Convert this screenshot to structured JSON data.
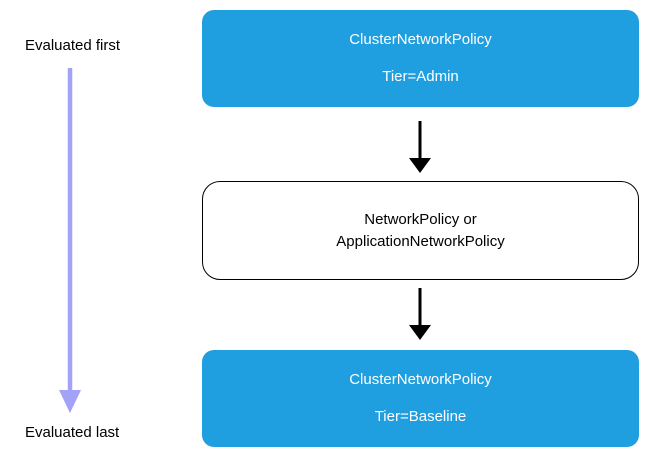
{
  "diagram": {
    "title_context": "Network policy evaluation order",
    "evaluation_axis": {
      "first_label": "Evaluated first",
      "last_label": "Evaluated last",
      "arrow_color": "#a3a1f8",
      "direction": "down"
    },
    "nodes": [
      {
        "id": "cnp-admin",
        "line1": "ClusterNetworkPolicy",
        "line2": "Tier=Admin",
        "fill": "#1f9fe0",
        "text_color": "#ffffff",
        "border": "none"
      },
      {
        "id": "np-or-anp",
        "line1": "NetworkPolicy or",
        "line2": "ApplicationNetworkPolicy",
        "fill": "#ffffff",
        "text_color": "#000000",
        "border": "#000000"
      },
      {
        "id": "cnp-baseline",
        "line1": "ClusterNetworkPolicy",
        "line2": "Tier=Baseline",
        "fill": "#1f9fe0",
        "text_color": "#ffffff",
        "border": "none"
      }
    ],
    "flow_arrows": [
      {
        "from": "cnp-admin",
        "to": "np-or-anp",
        "color": "#000000"
      },
      {
        "from": "np-or-anp",
        "to": "cnp-baseline",
        "color": "#000000"
      }
    ],
    "colors": {
      "node_blue": "#1f9fe0",
      "flow_arrow_black": "#000000",
      "evaluation_arrow_purple": "#a3a1f8",
      "background": "#ffffff"
    }
  }
}
